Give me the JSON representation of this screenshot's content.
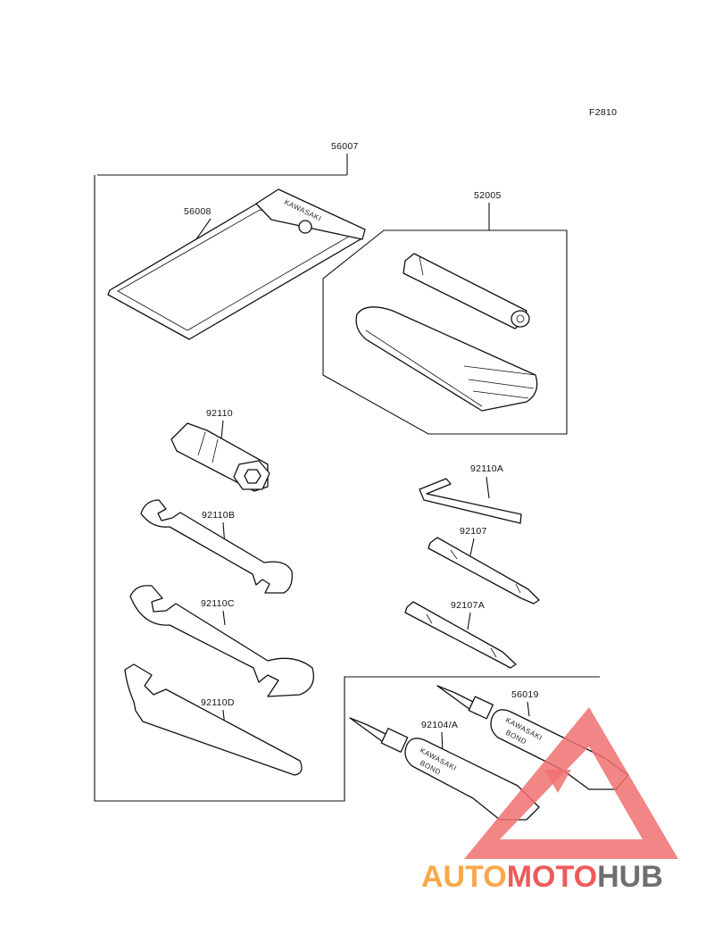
{
  "figure_code": "F2810",
  "parts": {
    "kit": "56007",
    "manual": "56008",
    "manual_pouch_text": "KAWASAKI",
    "tire_kit": "52005",
    "plug_wrench": "92110",
    "hex_wrench": "92110A",
    "wrench_b": "92110B",
    "wrench_c": "92110C",
    "hook_wrench": "92110D",
    "screwdriver": "92107",
    "screwdriver_a": "92107A",
    "bond_tube": "92104/A",
    "bond_tube_2": "56019",
    "tube_brand": "KAWASAKI",
    "tube_label": "BOND"
  },
  "watermark": {
    "part1": "AUTO",
    "part2": "MOTO",
    "part3": "HUB",
    "colors": {
      "orange": "#f7a94a",
      "red": "#ef5a5a",
      "gray": "#6f6f6f",
      "triangle": "#f07070"
    }
  }
}
